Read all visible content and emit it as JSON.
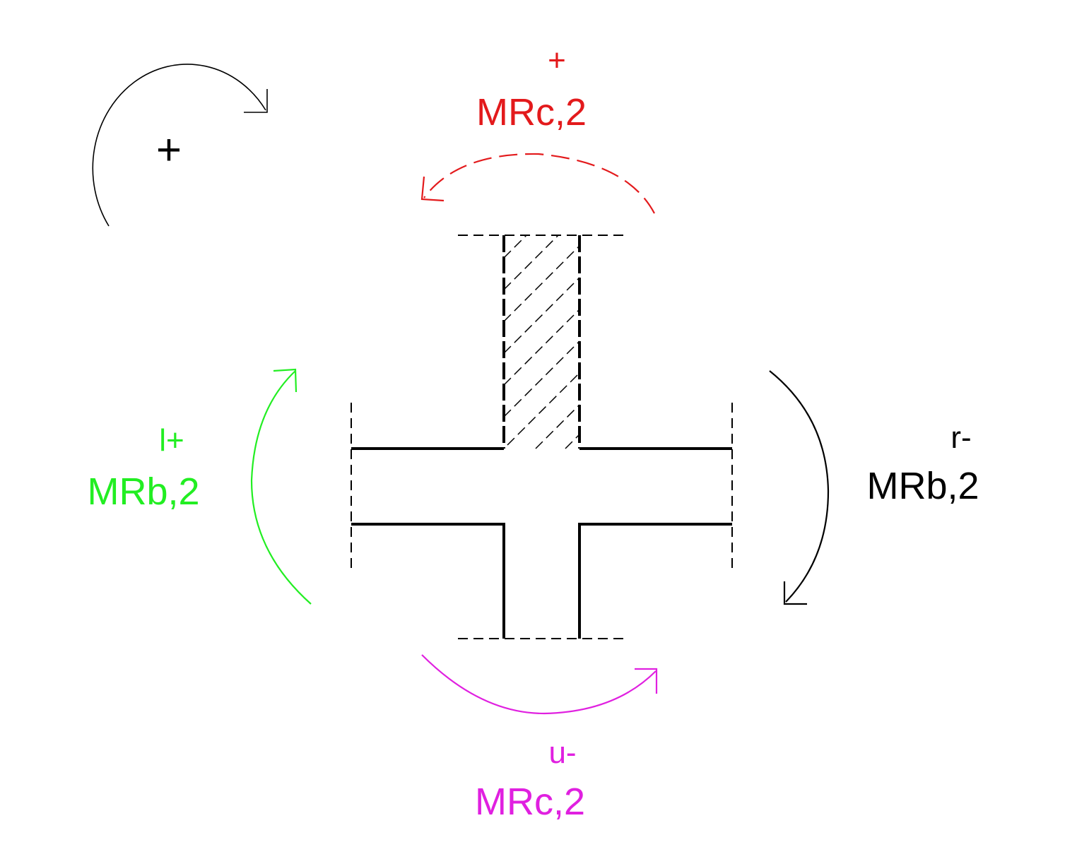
{
  "labels": {
    "column_top": {
      "superscript": "+",
      "main": "MRc,2"
    },
    "column_bottom": {
      "superscript": "u-",
      "main": "MRc,2"
    },
    "beam_left": {
      "superscript": "l+",
      "main": "MRb,2"
    },
    "beam_right": {
      "superscript": "r-",
      "main": "MRb,2"
    },
    "sign_convention": {
      "symbol": "+"
    }
  },
  "colors": {
    "column_top": "#e31a1c",
    "column_bottom": "#e020e0",
    "beam_left": "#22ee22",
    "beam_right": "#000000",
    "sign_convention": "#000000",
    "structure": "#000000"
  },
  "moment_arrows": {
    "column_top": {
      "direction": "counterclockwise",
      "style": "dashed"
    },
    "column_bottom": {
      "direction": "counterclockwise",
      "style": "solid"
    },
    "beam_left": {
      "direction": "clockwise",
      "style": "solid"
    },
    "beam_right": {
      "direction": "clockwise",
      "style": "solid"
    },
    "sign_convention": {
      "direction": "clockwise",
      "style": "solid"
    }
  },
  "icons": {
    "sign_convention": "clockwise-arrow-icon",
    "joint": "beam-column-joint-icon",
    "hatch": "hatched-column-section"
  }
}
